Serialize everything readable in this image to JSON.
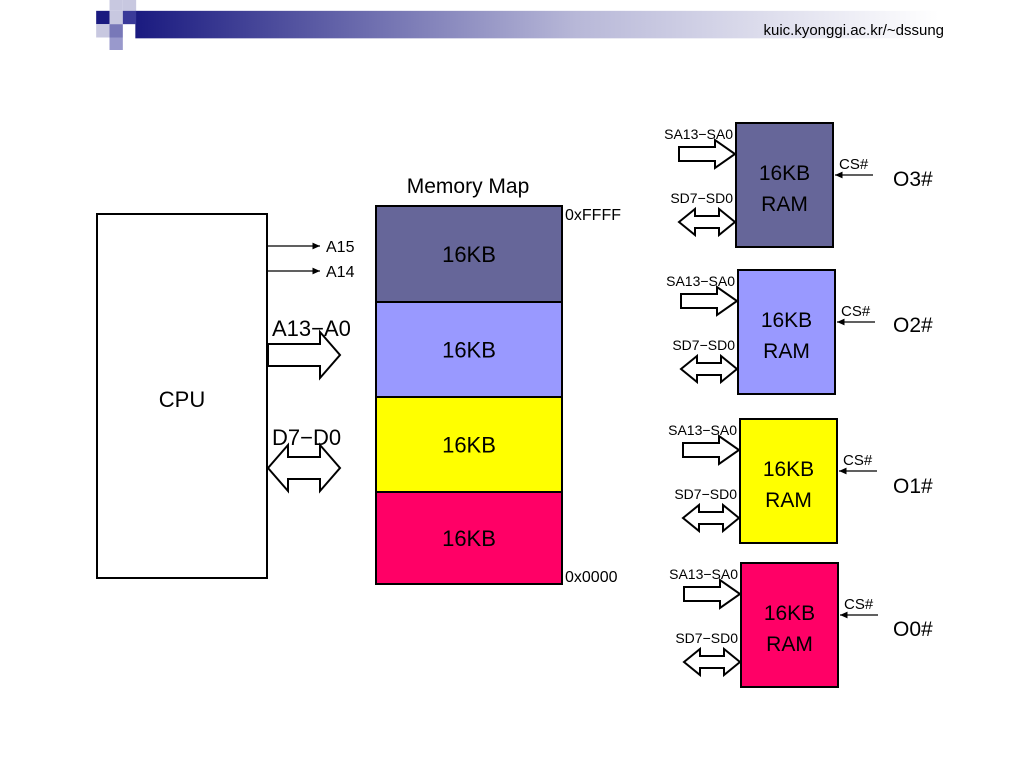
{
  "header": {
    "url": "kuic.kyonggi.ac.kr/~dssung"
  },
  "cpu": {
    "label": "CPU",
    "address_lines": [
      "A15",
      "A14"
    ],
    "address_bus": "A13−A0",
    "data_bus": "D7−D0"
  },
  "memory_map": {
    "title": "Memory Map",
    "top_address": "0xFFFF",
    "bottom_address": "0x0000",
    "blocks": [
      {
        "label": "16KB",
        "color": "#666699"
      },
      {
        "label": "16KB",
        "color": "#9999FF"
      },
      {
        "label": "16KB",
        "color": "#FFFF00"
      },
      {
        "label": "16KB",
        "color": "#FF0066"
      }
    ]
  },
  "rams": [
    {
      "line1": "16KB",
      "line2": "RAM",
      "addr": "SA13−SA0",
      "data": "SD7−SD0",
      "cs": "CS#",
      "output": "O3#",
      "color": "#666699"
    },
    {
      "line1": "16KB",
      "line2": "RAM",
      "addr": "SA13−SA0",
      "data": "SD7−SD0",
      "cs": "CS#",
      "output": "O2#",
      "color": "#9999FF"
    },
    {
      "line1": "16KB",
      "line2": "RAM",
      "addr": "SA13−SA0",
      "data": "SD7−SD0",
      "cs": "CS#",
      "output": "O1#",
      "color": "#FFFF00"
    },
    {
      "line1": "16KB",
      "line2": "RAM",
      "addr": "SA13−SA0",
      "data": "SD7−SD0",
      "cs": "CS#",
      "output": "O0#",
      "color": "#FF0066"
    }
  ]
}
